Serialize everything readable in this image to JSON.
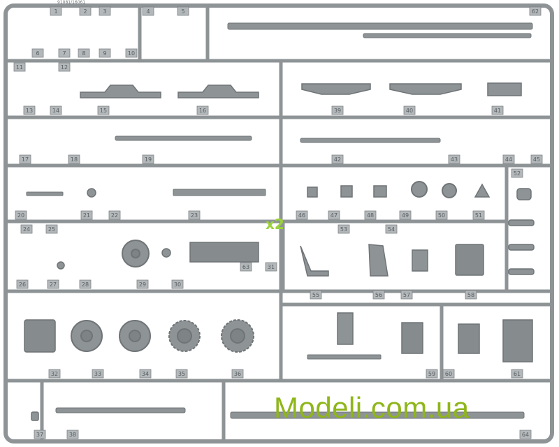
{
  "sprue_code": "91081/16061",
  "multiplier": "x2",
  "watermark": "Modeli.com.ua",
  "colors": {
    "plastic": "#8e9396",
    "plastic_dark": "#6f7477",
    "tag": "#b3b8ba",
    "watermark": "#8fb61a",
    "x2": "#9bd23a"
  },
  "part_numbers": [
    "1",
    "2",
    "3",
    "4",
    "5",
    "6",
    "7",
    "8",
    "9",
    "10",
    "11",
    "12",
    "13",
    "14",
    "15",
    "16",
    "17",
    "18",
    "19",
    "20",
    "21",
    "22",
    "23",
    "24",
    "25",
    "26",
    "27",
    "28",
    "29",
    "30",
    "31",
    "32",
    "33",
    "34",
    "35",
    "36",
    "37",
    "38",
    "39",
    "40",
    "41",
    "42",
    "43",
    "44",
    "45",
    "46",
    "47",
    "48",
    "49",
    "50",
    "51",
    "52",
    "53",
    "54",
    "55",
    "56",
    "57",
    "58",
    "59",
    "60",
    "61",
    "62",
    "63",
    "64"
  ]
}
